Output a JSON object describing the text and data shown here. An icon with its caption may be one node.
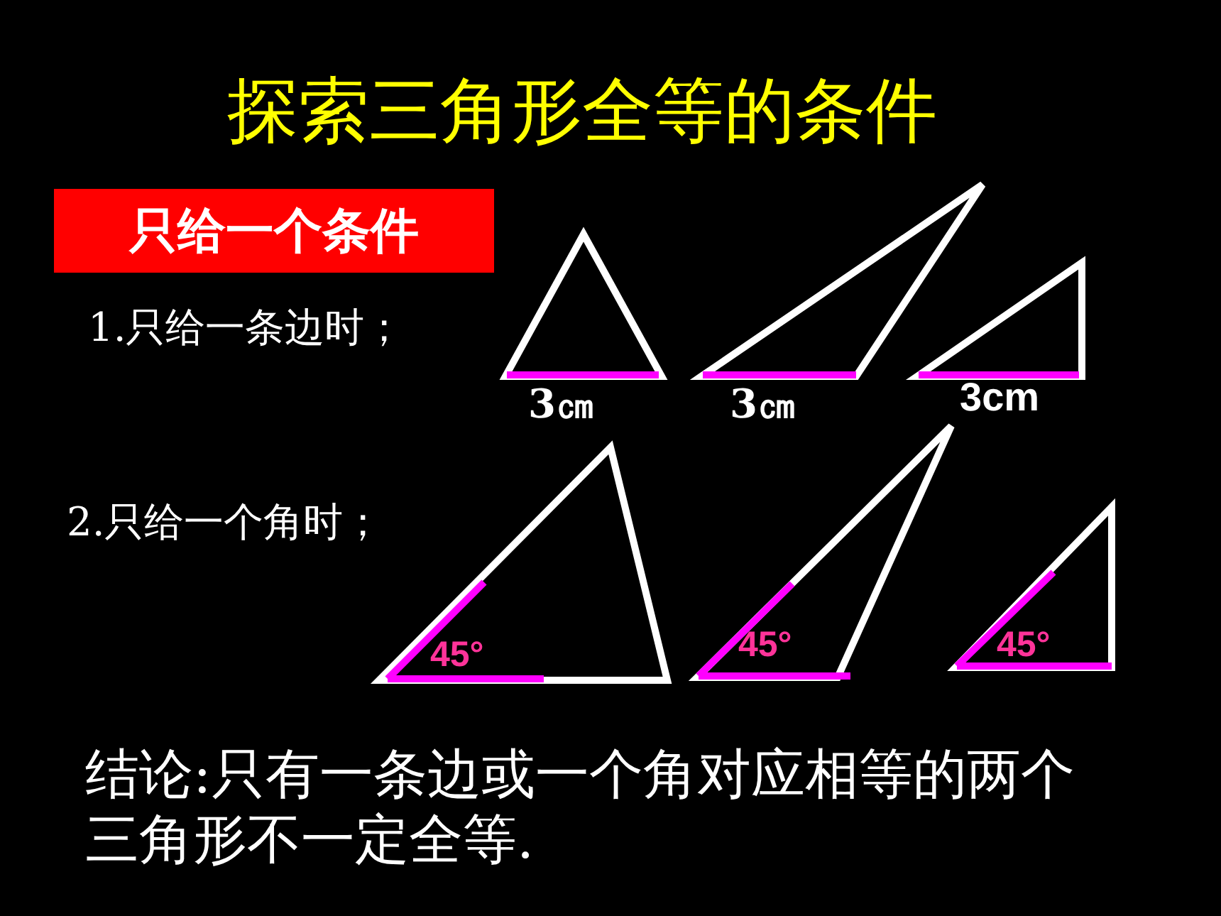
{
  "diagram": {
    "title": "探索三角形全等的条件",
    "nodes": [
      {
        "text": [
          "只给一个条件"
        ]
      }
    ],
    "labels": [
      "1.只给一条边时；",
      "3㎝",
      "3㎝",
      "3cm",
      "2.只给一个角时；",
      "45°",
      "45°",
      "45°",
      "结论:只有一条边或一个角对应相等的两个三角形不一定全等."
    ]
  }
}
